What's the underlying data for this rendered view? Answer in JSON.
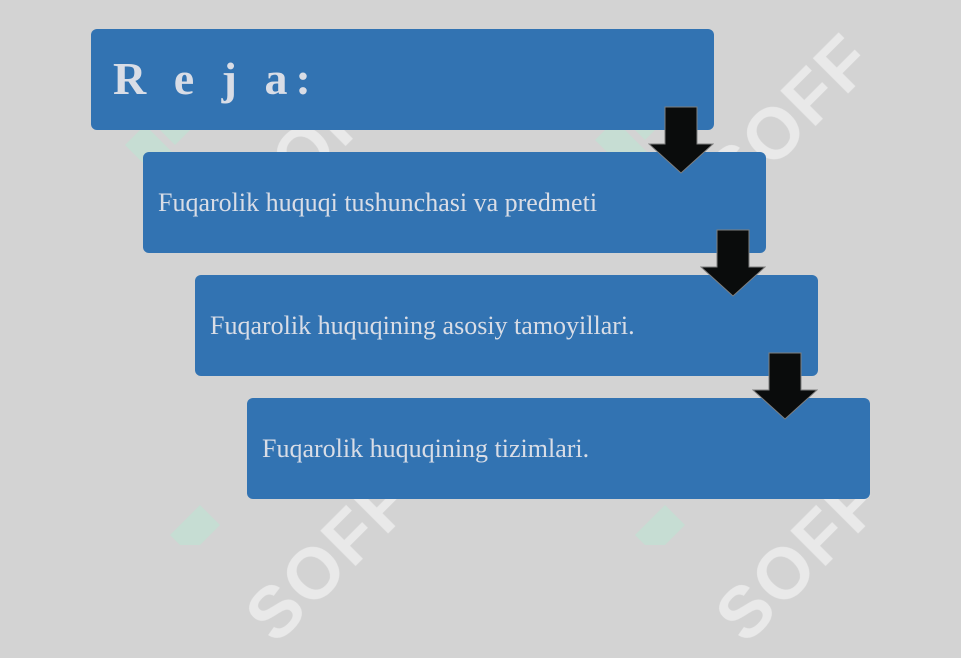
{
  "slide": {
    "title": "R e j a:",
    "items": [
      "Fuqarolik huquqi tushunchasi va predmeti",
      "Fuqarolik huquqining asosiy tamoyillari.",
      "Fuqarolik huquqining tizimlari."
    ]
  },
  "watermark": {
    "text": "SOFF"
  },
  "colors": {
    "background": "#d3d3d3",
    "box_fill": "#3273b2",
    "text": "#d9dde6",
    "arrow": "#0a0c0c",
    "watermark_logo": "#b8e6d2"
  },
  "icons": [
    "arrow-down-icon",
    "soff-logo-watermark"
  ]
}
